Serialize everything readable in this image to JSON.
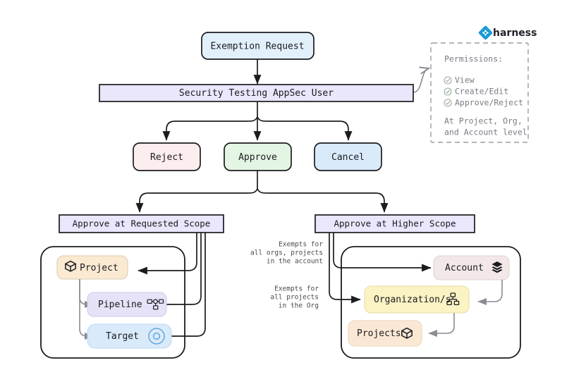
{
  "brand": {
    "name": "harness",
    "logo_icon": "harness-diamond-icon",
    "logo_color": "#1a9bd7"
  },
  "diagram": {
    "title_node": {
      "label": "Exemption Request",
      "fill": "#e2f0fb",
      "stroke": "#1c1c20"
    },
    "actor": {
      "label": "Security Testing AppSec User",
      "fill": "#eae6fb",
      "stroke": "#1c1c20"
    },
    "actions": [
      {
        "label": "Reject",
        "fill": "#fcedef",
        "stroke": "#1c1c20",
        "name": "reject"
      },
      {
        "label": "Approve",
        "fill": "#e3f5e3",
        "stroke": "#1c1c20",
        "name": "approve"
      },
      {
        "label": "Cancel",
        "fill": "#d9ebfa",
        "stroke": "#1c1c20",
        "name": "cancel"
      }
    ],
    "scopes": [
      {
        "label": "Approve at Requested Scope",
        "fill": "#eae6fb",
        "stroke": "#1c1c20",
        "name": "requested-scope"
      },
      {
        "label": "Approve at Higher Scope",
        "fill": "#eae6fb",
        "stroke": "#1c1c20",
        "name": "higher-scope"
      }
    ],
    "requested_scope_nodes": [
      {
        "label": "Project",
        "icon": "cube-icon",
        "icon_side": "left",
        "fill": "#fbead2",
        "name": "project"
      },
      {
        "label": "Pipeline",
        "icon": "pipeline-icon",
        "icon_side": "right",
        "fill": "#e6e2f7",
        "name": "pipeline"
      },
      {
        "label": "Target",
        "icon": "target-icon",
        "icon_side": "right",
        "fill": "#d9eafa",
        "name": "target"
      }
    ],
    "higher_scope_nodes": [
      {
        "label": "Account",
        "icon": "layers-icon",
        "icon_side": "right",
        "fill": "#f2e8e8",
        "name": "account"
      },
      {
        "label": "Organization/s",
        "icon": "org-chart-icon",
        "icon_side": "right",
        "fill": "#fbf3c4",
        "name": "organizations"
      },
      {
        "label": "Projects",
        "icon": "cube-icon",
        "icon_side": "right",
        "fill": "#fbe8d4",
        "name": "projects"
      }
    ],
    "edge_labels": [
      {
        "name": "exempts-account",
        "lines": [
          "Exempts for",
          "all orgs, projects",
          "in the account"
        ]
      },
      {
        "name": "exempts-org",
        "lines": [
          "Exempts for",
          "all projects",
          "in the Org"
        ]
      }
    ]
  },
  "permissions": {
    "heading": "Permissions:",
    "items": [
      {
        "label": "View",
        "icon": "check-circle-icon"
      },
      {
        "label": "Create/Edit",
        "icon": "check-circle-icon"
      },
      {
        "label": "Approve/Reject",
        "icon": "check-circle-icon"
      }
    ],
    "footer_lines": [
      "At Project, Org,",
      "and Account level"
    ],
    "border_style": "dashed",
    "text_color": "#7b7b85"
  }
}
